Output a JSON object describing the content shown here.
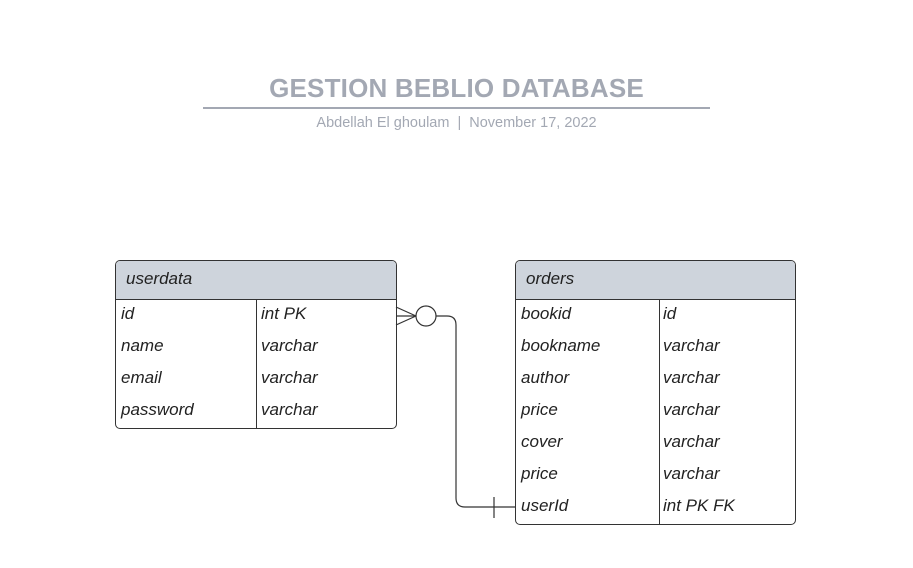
{
  "header": {
    "title": "GESTION BEBLIO DATABASE",
    "author": "Abdellah El ghoulam",
    "separator": "|",
    "date": "November 17, 2022"
  },
  "entities": {
    "userdata": {
      "name": "userdata",
      "rows": [
        {
          "field": "id",
          "type": "int PK"
        },
        {
          "field": "name",
          "type": "varchar"
        },
        {
          "field": "email",
          "type": "varchar"
        },
        {
          "field": "password",
          "type": "varchar"
        }
      ]
    },
    "orders": {
      "name": "orders",
      "rows": [
        {
          "field": "bookid",
          "type": "id"
        },
        {
          "field": "bookname",
          "type": "varchar"
        },
        {
          "field": "author",
          "type": "varchar"
        },
        {
          "field": "price",
          "type": "varchar"
        },
        {
          "field": "cover",
          "type": "varchar"
        },
        {
          "field": "price",
          "type": "varchar"
        },
        {
          "field": "userId",
          "type": "int PK FK"
        }
      ]
    }
  },
  "relationship": {
    "from": "userdata.id",
    "to": "orders.userId",
    "from_cardinality": "zero-or-many",
    "to_cardinality": "one",
    "line_color": "#333333"
  },
  "colors": {
    "title": "#a3a8b3",
    "header_fill": "#ced4dc",
    "border": "#333333"
  }
}
